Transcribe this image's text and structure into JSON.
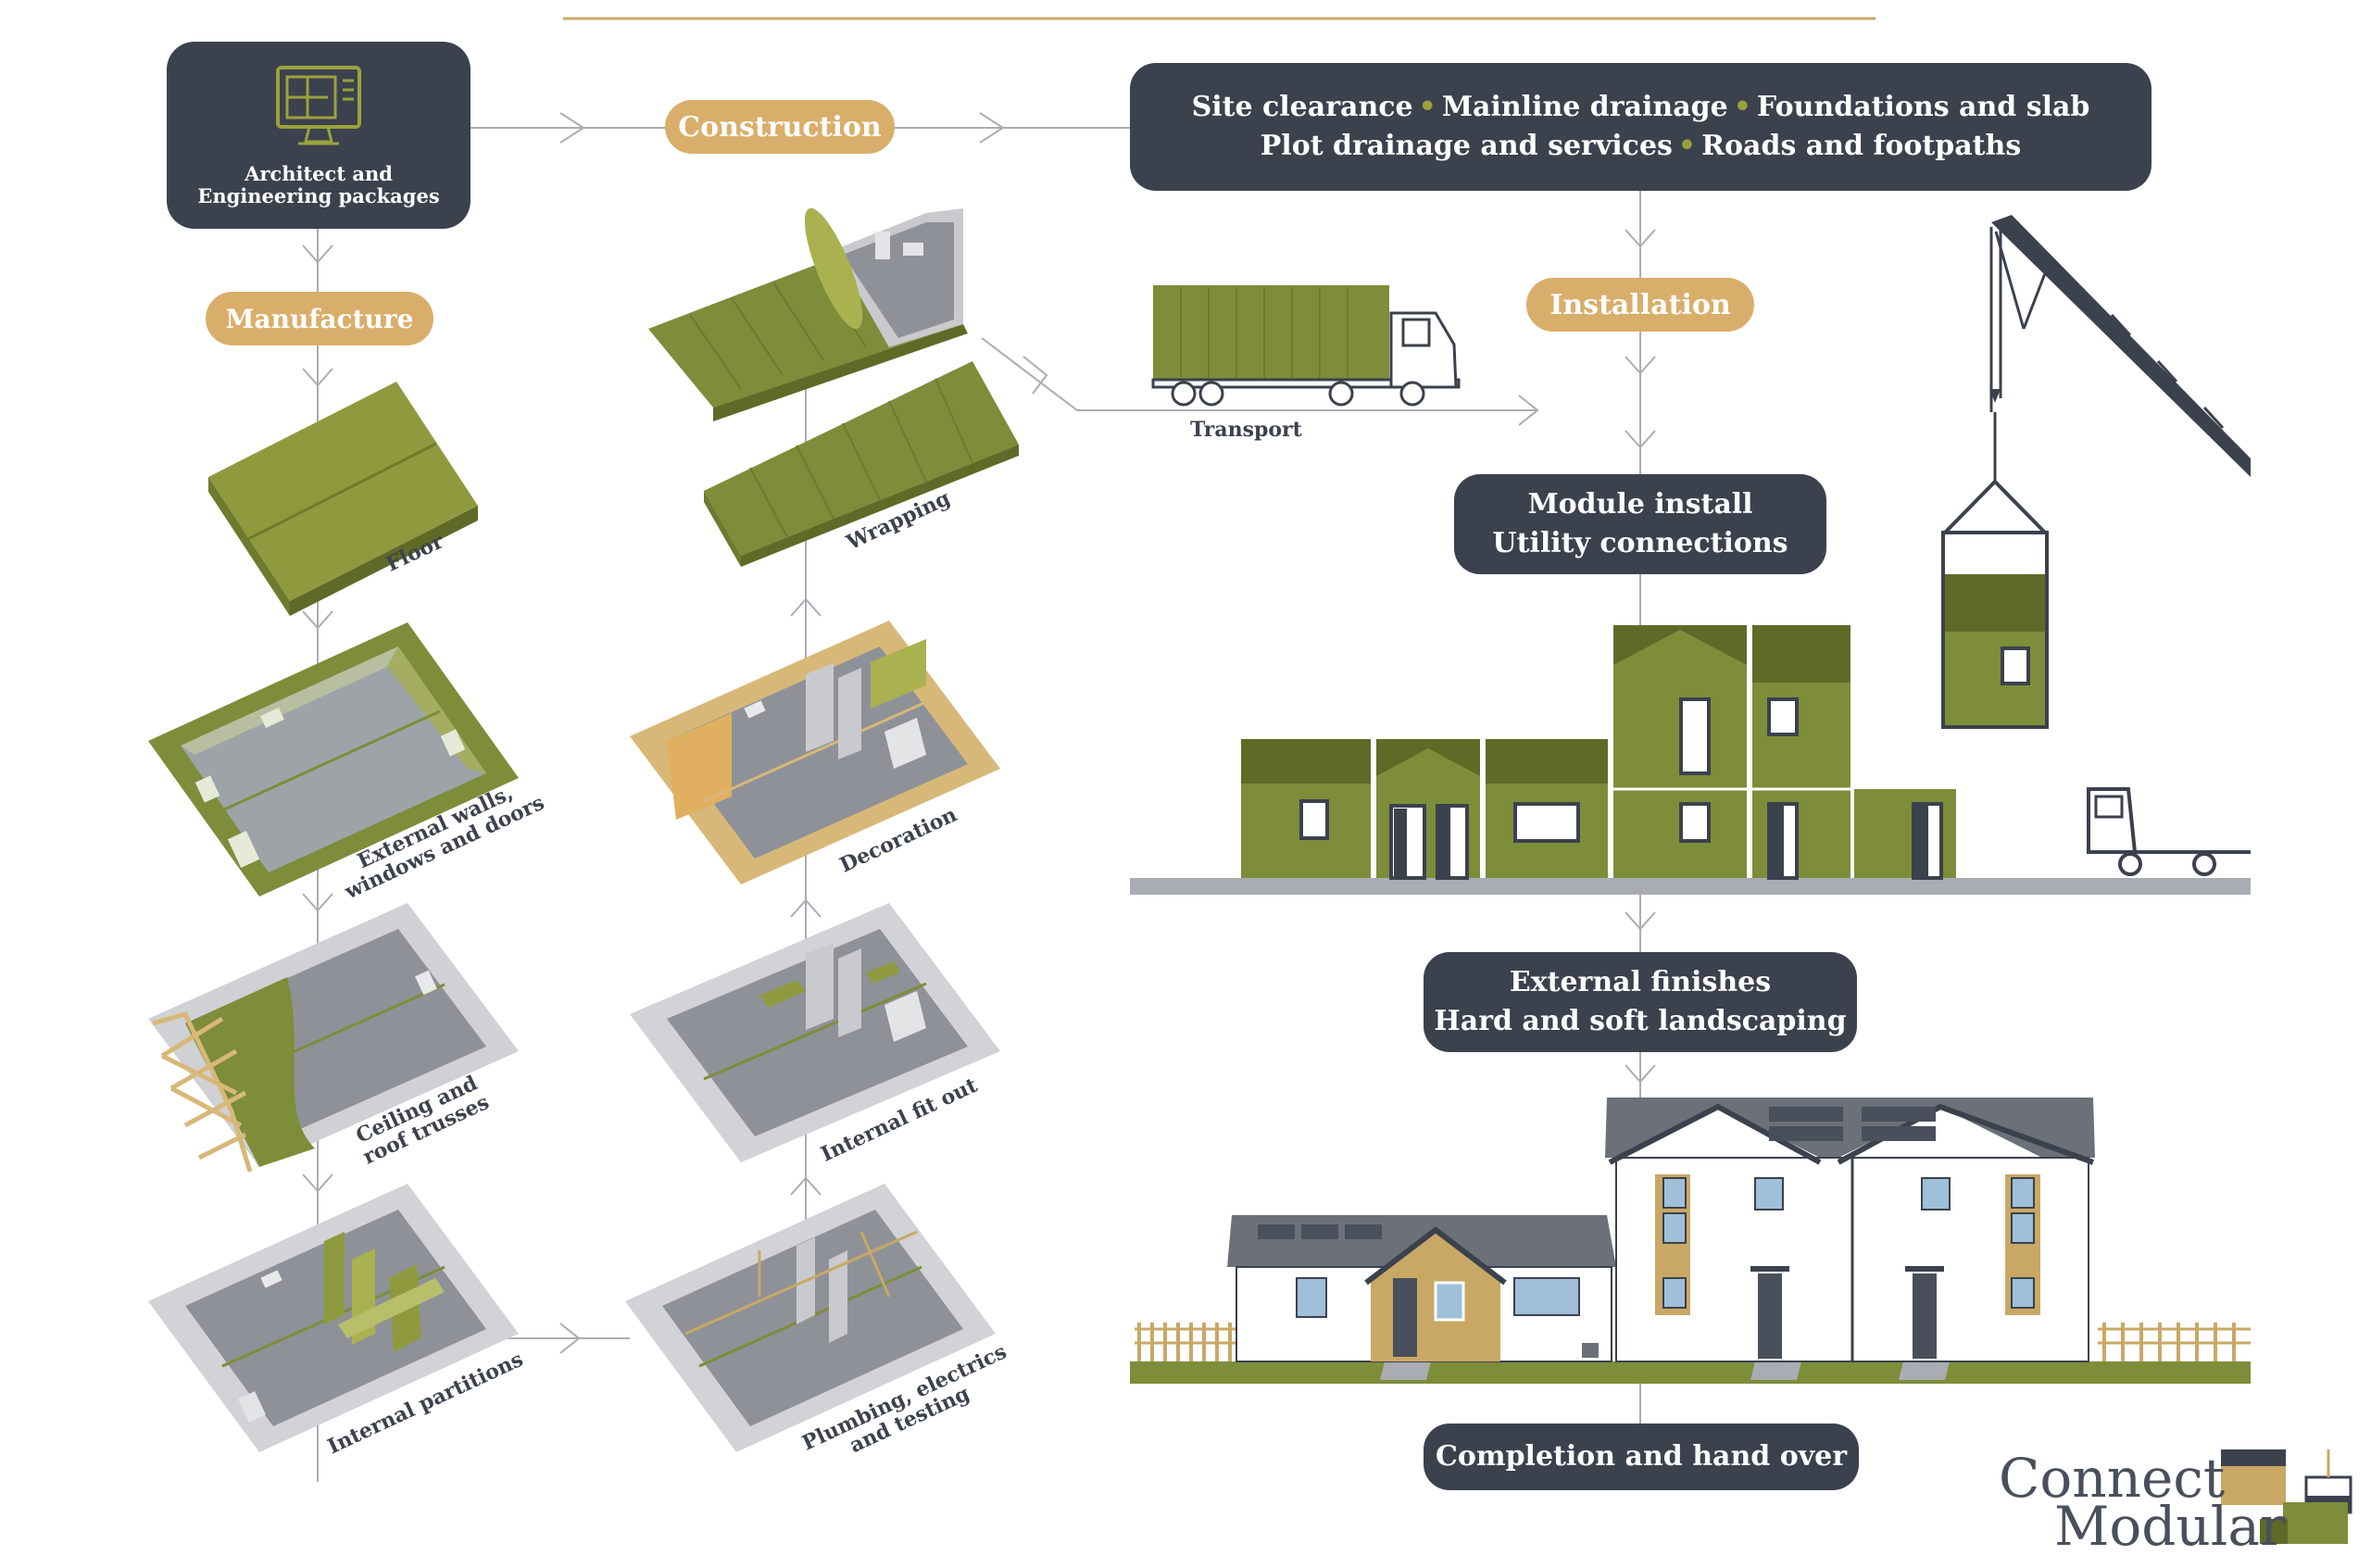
{
  "colors": {
    "dark": "#3c414e",
    "gold": "#d9ae6a",
    "olive": "#7d8d3a",
    "olive_light": "#9aa23c",
    "grey_floor": "#9a9ea4",
    "wall_light": "#d6d8db"
  },
  "top_box": {
    "icon": "computer-blueprint-icon",
    "line1": "Architect and",
    "line2": "Engineering packages"
  },
  "stages": {
    "manufacture": "Manufacture",
    "construction": "Construction",
    "installation": "Installation"
  },
  "site_works": {
    "item1": "Site clearance",
    "item2": "Mainline drainage",
    "item3": "Foundations and slab",
    "item4": "Plot drainage and services",
    "item5": "Roads and footpaths",
    "separator": "•"
  },
  "manufacture_steps": {
    "floor": "Floor",
    "walls_line1": "External walls,",
    "walls_line2": "windows and doors",
    "ceiling_line1": "Ceiling and",
    "ceiling_line2": "roof trusses",
    "partitions": "Internal partitions"
  },
  "construction_steps": {
    "plumbing_line1": "Plumbing, electrics",
    "plumbing_line2": "and testing",
    "fitout": "Internal fit out",
    "decoration": "Decoration",
    "wrapping": "Wrapping"
  },
  "transport": {
    "label": "Transport",
    "icon": "truck-icon"
  },
  "install_steps": {
    "module_line1": "Module install",
    "module_line2": "Utility connections",
    "finishes_line1": "External finishes",
    "finishes_line2": "Hard and soft landscaping",
    "completion": "Completion and hand over"
  },
  "logo": {
    "line1": "Connect",
    "line2": "Modular",
    "icon": "connect-modular-logo-icon"
  }
}
